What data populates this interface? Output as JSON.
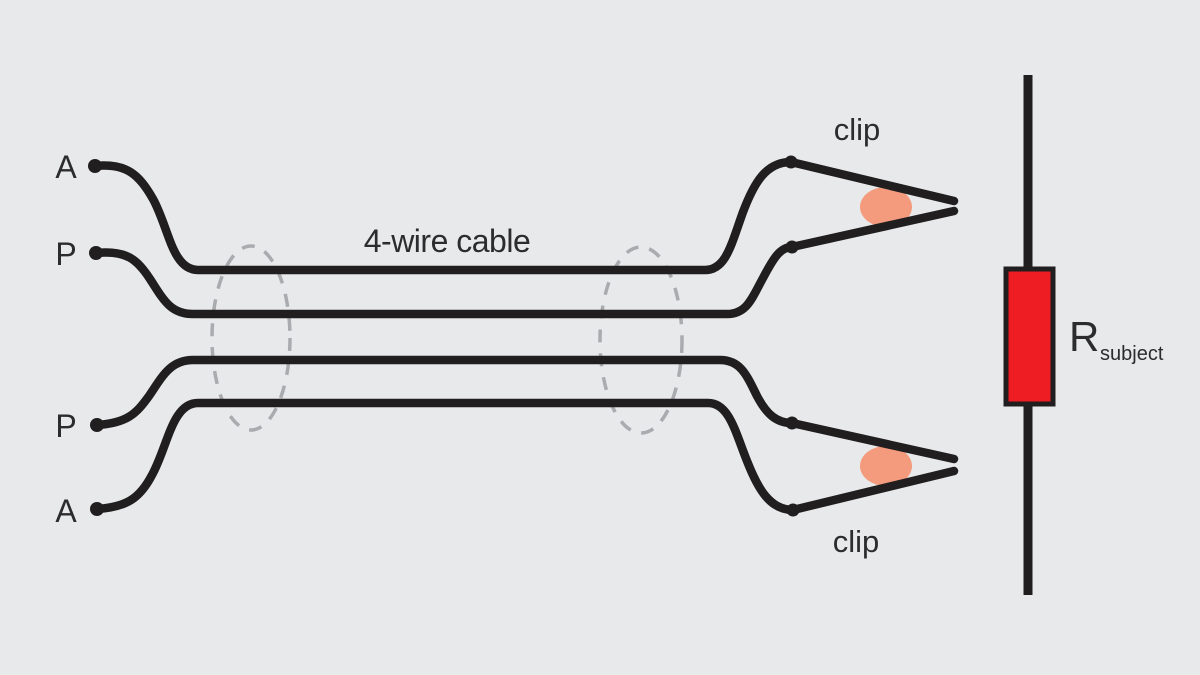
{
  "figure": {
    "terminals": [
      {
        "label": "A"
      },
      {
        "label": "P"
      },
      {
        "label": "P"
      },
      {
        "label": "A"
      }
    ],
    "cable_label": "4-wire cable",
    "clip_top_label": "clip",
    "clip_bottom_label": "clip",
    "resistor": {
      "symbol": "R",
      "subscript": "subject"
    }
  },
  "colors": {
    "background": "#e8e9eb",
    "wire": "#211e1f",
    "dash": "#a9abae",
    "clip_pad": "#f39b7c",
    "resistor_fill": "#ee1c23",
    "resistor_stroke": "#211e1f",
    "label_text": "#2c2b2e"
  }
}
